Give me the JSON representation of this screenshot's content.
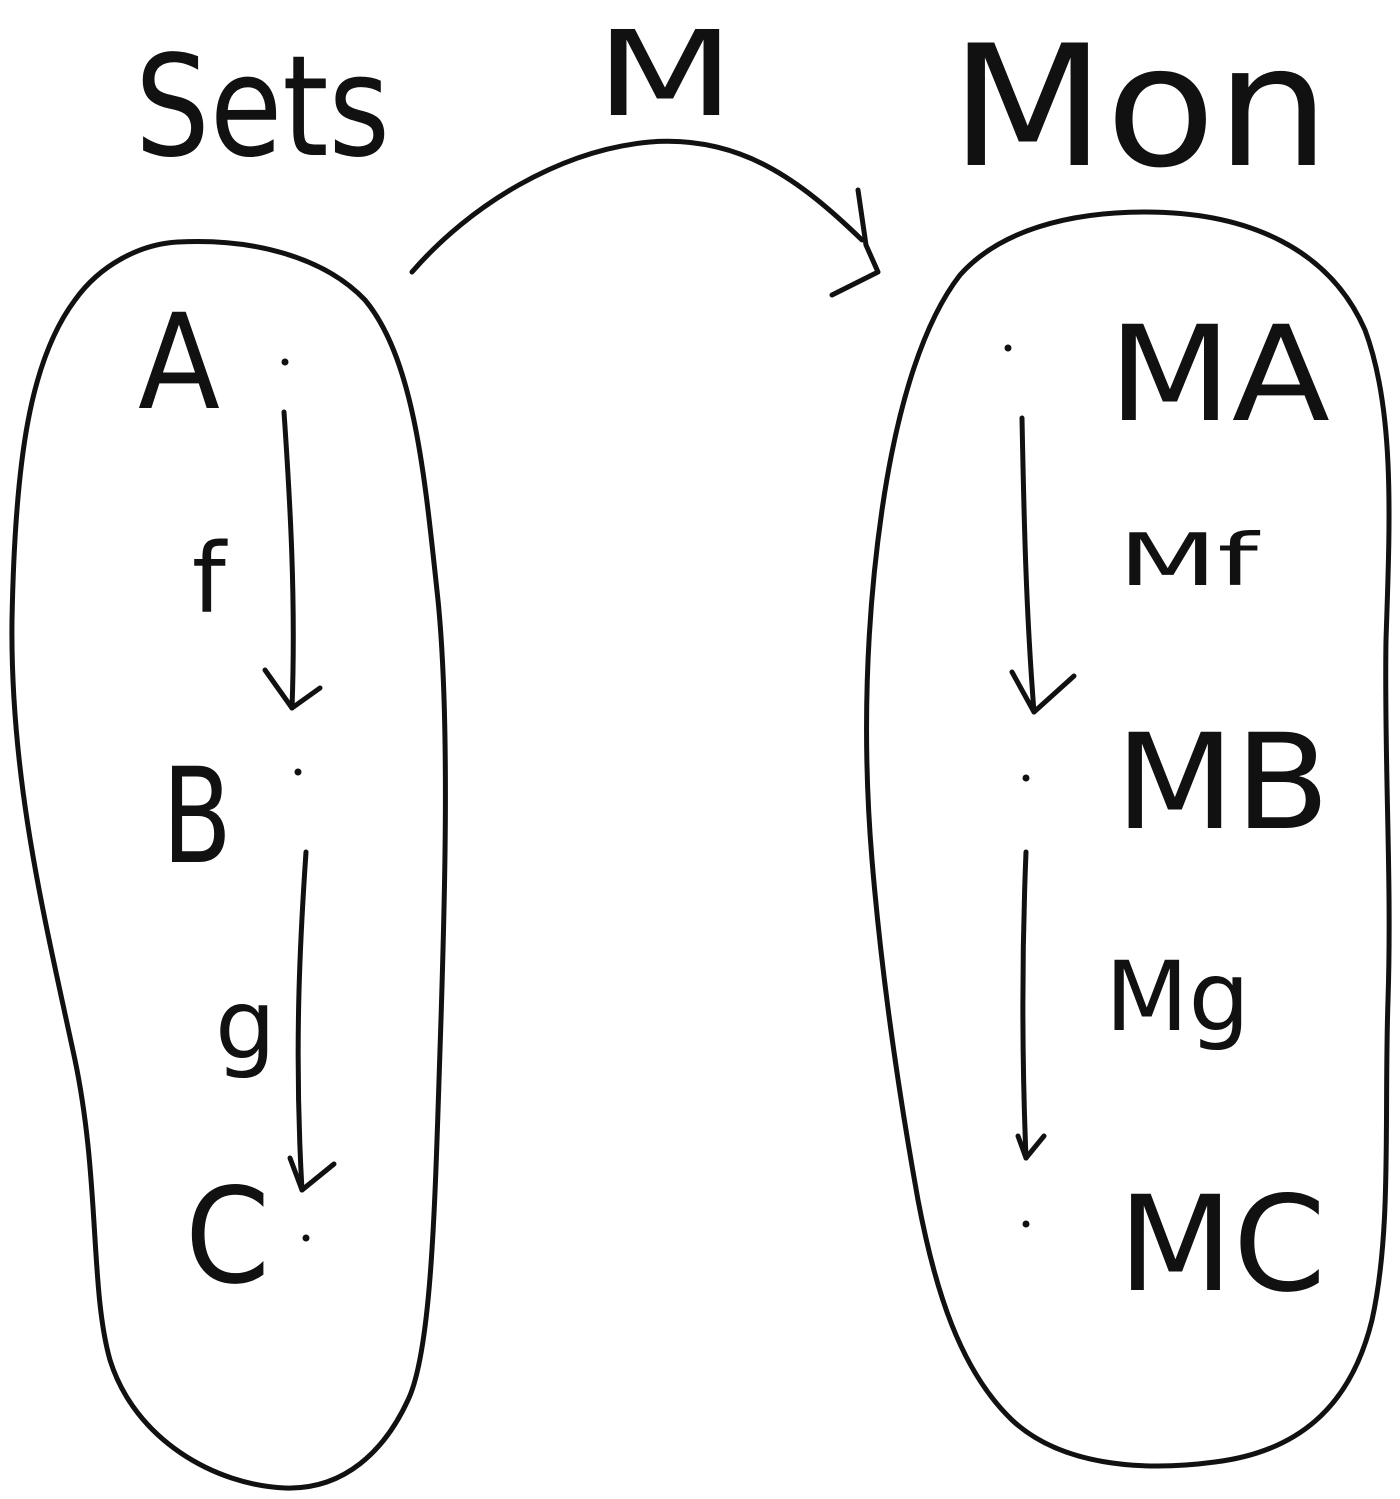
{
  "categories": {
    "source": "Sets",
    "target": "Mon"
  },
  "functor": {
    "label": "M"
  },
  "source_objects": [
    "A",
    "B",
    "C"
  ],
  "source_morphisms": [
    "f",
    "g"
  ],
  "target_objects": [
    "MA",
    "MB",
    "MC"
  ],
  "target_morphisms": [
    "Mf",
    "Mg"
  ],
  "colors": {
    "ink": "#111111",
    "background": "#ffffff"
  }
}
